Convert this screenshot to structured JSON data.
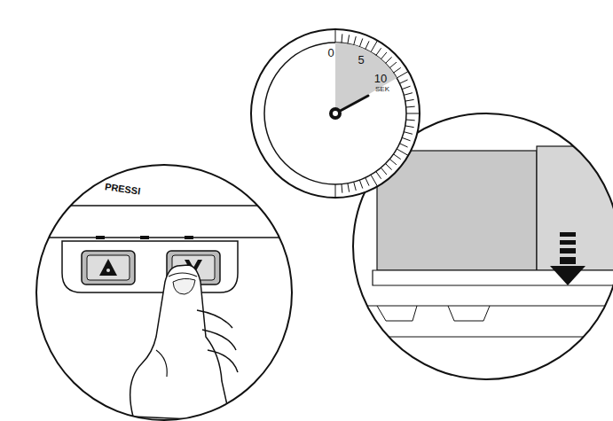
{
  "diagram": {
    "nodes": [
      {
        "text": [
          "PRESSI"
        ]
      },
      {
        "text": [
          "0",
          "5",
          "10",
          "SEK"
        ]
      }
    ]
  }
}
